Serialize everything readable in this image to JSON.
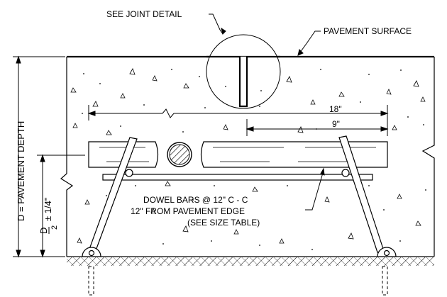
{
  "labels": {
    "joint_detail": "SEE JOINT DETAIL",
    "pavement_surface": "PAVEMENT SURFACE",
    "dowel_line1": "DOWEL BARS @ 12\" C - C",
    "dowel_line2": "12\" FROM PAVEMENT EDGE",
    "dowel_line3": "(SEE SIZE TABLE)"
  },
  "dimensions": {
    "full_length": "18\"",
    "half_length": "9\"",
    "depth_label": "D = PAVEMENT DEPTH",
    "half_depth_D": "D",
    "half_depth_div": "2",
    "half_depth_tol": "± 1/4\""
  },
  "colors": {
    "line": "#000000",
    "background": "#ffffff"
  }
}
